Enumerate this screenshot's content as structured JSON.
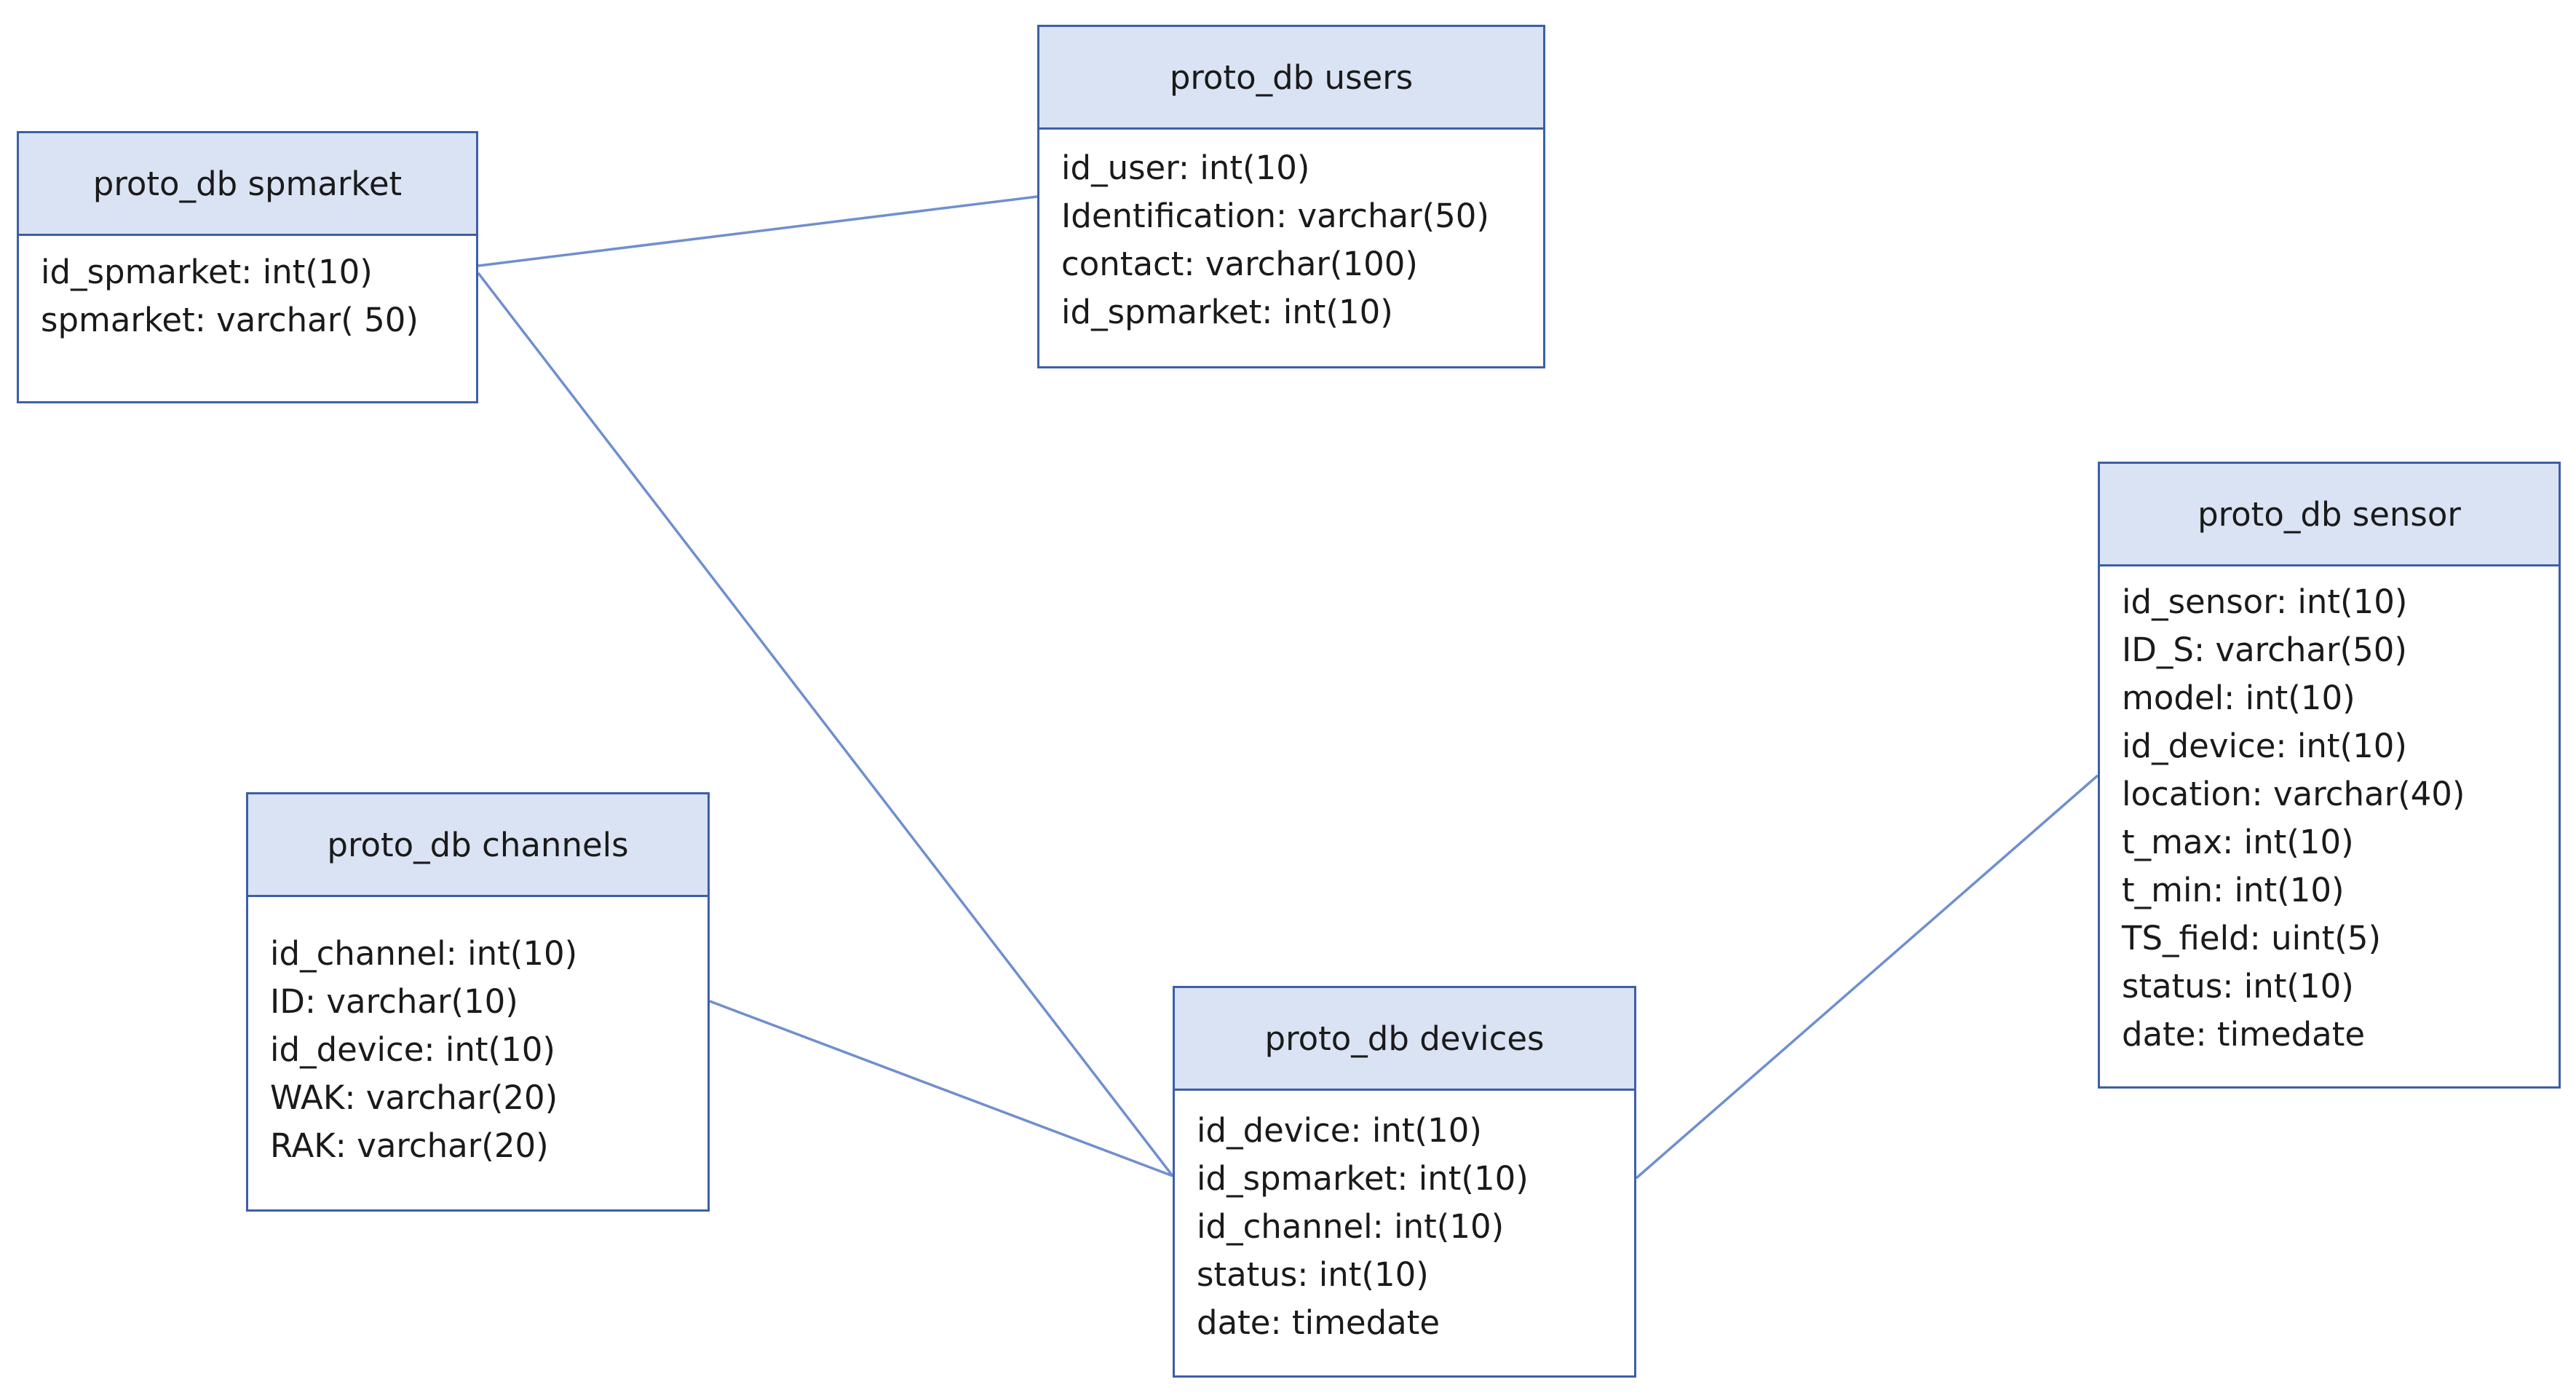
{
  "diagram": {
    "entities": {
      "spmarket": {
        "title": "proto_db spmarket",
        "fields": [
          "id_spmarket: int(10)",
          "spmarket: varchar( 50)"
        ]
      },
      "users": {
        "title": "proto_db users",
        "fields": [
          "id_user: int(10)",
          "Identification: varchar(50)",
          "contact: varchar(100)",
          "id_spmarket: int(10)"
        ]
      },
      "sensor": {
        "title": "proto_db sensor",
        "fields": [
          "id_sensor: int(10)",
          "ID_S: varchar(50)",
          "model: int(10)",
          "id_device: int(10)",
          "location: varchar(40)",
          "t_max: int(10)",
          "t_min: int(10)",
          "TS_field: uint(5)",
          "status: int(10)",
          "date: timedate"
        ]
      },
      "channels": {
        "title": "proto_db channels",
        "fields": [
          "id_channel: int(10)",
          "ID: varchar(10)",
          "id_device: int(10)",
          "WAK: varchar(20)",
          "RAK: varchar(20)"
        ]
      },
      "devices": {
        "title": "proto_db devices",
        "fields": [
          "id_device: int(10)",
          "id_spmarket: int(10)",
          "id_channel: int(10)",
          "status: int(10)",
          "date: timedate"
        ]
      }
    },
    "relations": [
      {
        "from": "spmarket",
        "to": "users"
      },
      {
        "from": "spmarket",
        "to": "devices"
      },
      {
        "from": "channels",
        "to": "devices"
      },
      {
        "from": "devices",
        "to": "sensor"
      }
    ],
    "colors": {
      "header_fill": "#dae3f3",
      "border": "#3d5fa8",
      "connector": "#6f8fcf",
      "text": "#1a1a1a"
    }
  }
}
